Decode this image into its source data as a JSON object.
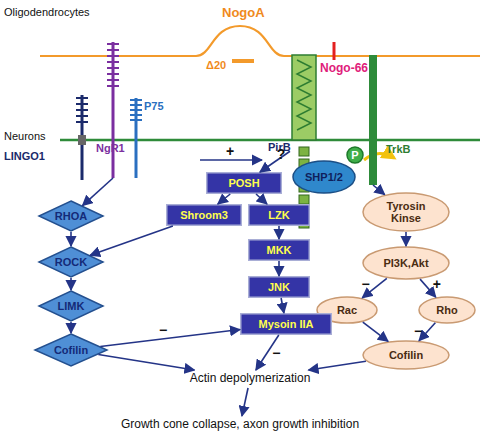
{
  "diagram": {
    "nodes": [
      {
        "text": [
          "LINGO1"
        ]
      },
      {
        "text": [
          "NgR1"
        ]
      },
      {
        "text": [
          "P75"
        ]
      },
      {
        "text": [
          "PirB"
        ]
      },
      {
        "text": [
          "TrkB"
        ]
      },
      {
        "text": [
          "P"
        ]
      },
      {
        "text": [
          "SHP1/2"
        ]
      },
      {
        "text": [
          "POSH"
        ]
      },
      {
        "text": [
          "Shroom3"
        ]
      },
      {
        "text": [
          "LZK"
        ]
      },
      {
        "text": [
          "Tyrosin Kinse"
        ]
      },
      {
        "text": [
          "RHOA"
        ]
      },
      {
        "text": [
          "MKK"
        ]
      },
      {
        "text": [
          "PI3K,Akt"
        ]
      },
      {
        "text": [
          "ROCK"
        ]
      },
      {
        "text": [
          "JNK"
        ]
      },
      {
        "text": [
          "Rac"
        ]
      },
      {
        "text": [
          "Rho"
        ]
      },
      {
        "text": [
          "LIMK"
        ]
      },
      {
        "text": [
          "Mysoin IIA"
        ]
      },
      {
        "text": [
          "Cofilin"
        ]
      },
      {
        "text": [
          "Cofilin"
        ]
      },
      {
        "text": [
          "Actin depolymerization"
        ]
      },
      {
        "text": [
          "Growth cone collapse, axon growth inhibition"
        ]
      }
    ],
    "edges": [
      {
        "from": 1,
        "to": 11,
        "arrow": "to"
      },
      {
        "from": 3,
        "to": 7,
        "label": "?",
        "arrow": "to"
      },
      {
        "from": 4,
        "to": 10,
        "arrow": "to"
      },
      {
        "from": 7,
        "to": 8,
        "arrow": "to"
      },
      {
        "from": 7,
        "to": 9,
        "arrow": "to"
      },
      {
        "from": 9,
        "to": 12,
        "arrow": "to"
      },
      {
        "from": 12,
        "to": 15,
        "arrow": "to"
      },
      {
        "from": 15,
        "to": 19,
        "arrow": "to"
      },
      {
        "from": 8,
        "to": 14,
        "arrow": "to"
      },
      {
        "from": 11,
        "to": 14,
        "arrow": "to"
      },
      {
        "from": 14,
        "to": 18,
        "arrow": "to"
      },
      {
        "from": 18,
        "to": 20,
        "arrow": "to"
      },
      {
        "from": 20,
        "to": 19,
        "label": "−",
        "arrow": "to"
      },
      {
        "from": 20,
        "to": 22,
        "arrow": "to"
      },
      {
        "from": 19,
        "to": 22,
        "label": "−",
        "arrow": "to"
      },
      {
        "from": 10,
        "to": 13,
        "arrow": "to"
      },
      {
        "from": 13,
        "to": 16,
        "label": "−",
        "arrow": "to"
      },
      {
        "from": 13,
        "to": 17,
        "label": "+",
        "arrow": "to"
      },
      {
        "from": 16,
        "to": 21,
        "arrow": "to"
      },
      {
        "from": 17,
        "to": 21,
        "label": "−",
        "arrow": "to"
      },
      {
        "from": 21,
        "to": 22,
        "arrow": "to"
      },
      {
        "from": 22,
        "to": 23,
        "arrow": "to"
      }
    ],
    "labels": [
      "Oligodendrocytes",
      "NogoA",
      "Δ20",
      "Nogo-66",
      "Neurons",
      "+"
    ]
  }
}
